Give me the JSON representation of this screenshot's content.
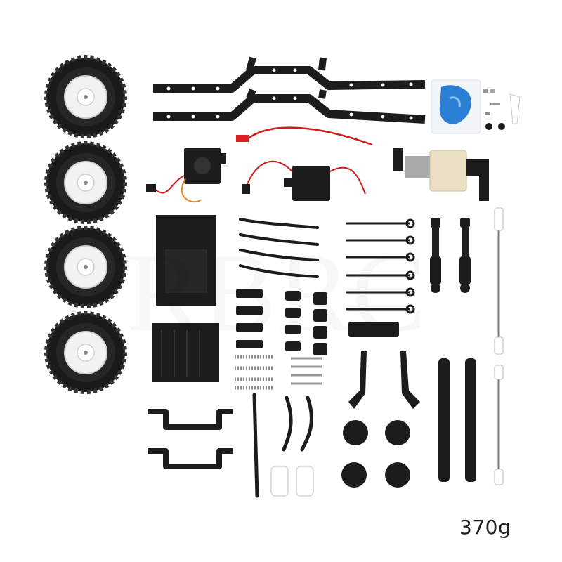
{
  "product_photo": {
    "weight_label": "370g",
    "watermark": "RBRC",
    "colors": {
      "background": "#ffffff",
      "parts": "#1c1c1c",
      "tire_rim": "#f2f2f2",
      "wire_red": "#d11a1a",
      "wire_orange": "#e98a1c",
      "grease": "#2a7fd4",
      "motor_beige": "#eadfc4"
    },
    "parts": [
      "wheel",
      "chassis-rail",
      "servo",
      "receiver-board",
      "wire-lead",
      "motor-gearbox",
      "link-rod",
      "suspension-link",
      "shock",
      "driveshaft",
      "axle-housing",
      "knuckle",
      "body-mount",
      "spring",
      "hardware-bag"
    ]
  }
}
